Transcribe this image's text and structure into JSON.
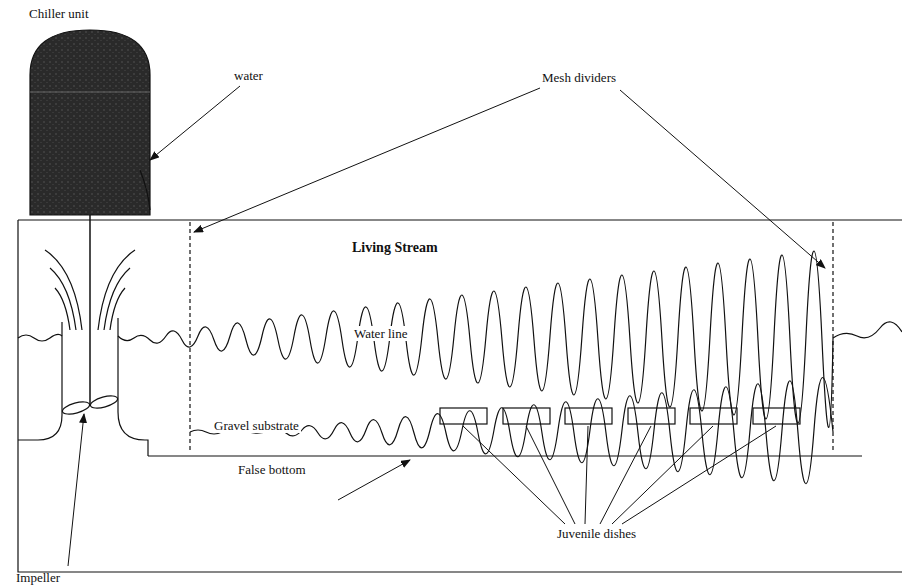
{
  "diagram": {
    "labels": [
      "Chiller unit",
      "Mesh dividers",
      "water",
      "Living Stream",
      "Water line",
      "Gravel substrate",
      "False bottom",
      "Juvenile dishes",
      "Impeller"
    ]
  }
}
